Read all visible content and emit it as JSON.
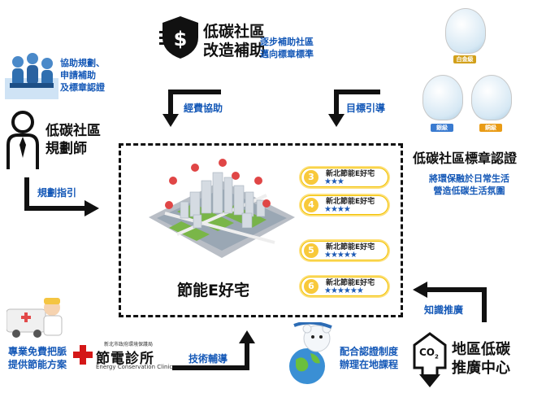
{
  "center": {
    "title": "節能E好宅",
    "badges": [
      {
        "num": "3",
        "title": "新北節能E好宅",
        "stars": "★★★"
      },
      {
        "num": "4",
        "title": "新北節能E好宅",
        "stars": "★★★★"
      },
      {
        "num": "5",
        "title": "新北節能E好宅",
        "stars": "★★★★★"
      },
      {
        "num": "6",
        "title": "新北節能E好宅",
        "stars": "★★★★★★"
      }
    ]
  },
  "top_left": {
    "desc": [
      "協助規劃、",
      "申請補助",
      "及標章認證"
    ],
    "title": [
      "低碳社區",
      "規劃師"
    ],
    "arrow_label": "規劃指引"
  },
  "top_middle": {
    "title": [
      "低碳社區",
      "改造補助"
    ],
    "desc": [
      "逐步補助社區",
      "邁向標章標準"
    ],
    "arrow_label": "經費協助"
  },
  "top_right": {
    "mascot_tags": [
      "白金級",
      "銀級",
      "銅級"
    ],
    "arrow_label": "目標引導",
    "title": "低碳社區標章認證",
    "desc": [
      "將環保融於日常生活",
      "營造低碳生活氛圍"
    ]
  },
  "bottom_left": {
    "desc": [
      "專業免費把脈",
      "提供節能方案"
    ],
    "clinic_org": "新北市政府環境保護局",
    "clinic_name": "節電診所",
    "clinic_en": "Energy Conservation Clinic",
    "arrow_label": "技術輔導"
  },
  "bottom_right": {
    "desc": [
      "配合認證制度",
      "辦理在地課程"
    ],
    "arrow_label": "知識推廣",
    "icon_text": "CO",
    "icon_sub": "2",
    "title": [
      "地區低碳",
      "推廣中心"
    ]
  },
  "colors": {
    "accent": "#1458b7",
    "arrow": "#111111",
    "badge_border": "#f2c100",
    "clinic_red": "#d41717"
  }
}
